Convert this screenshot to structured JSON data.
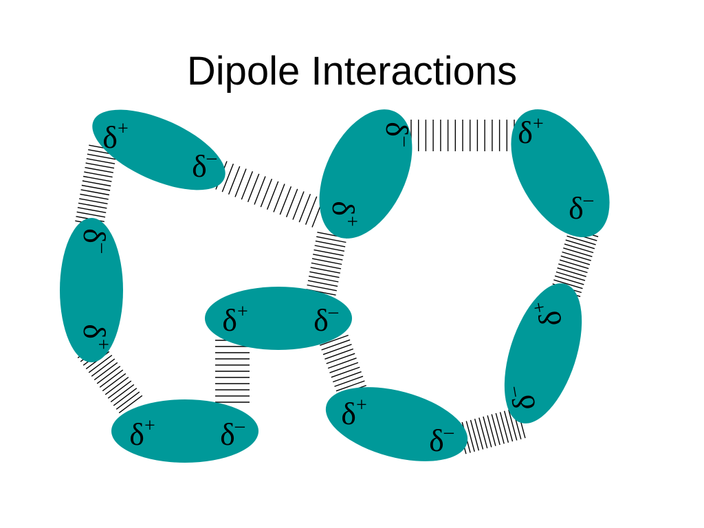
{
  "title": "Dipole Interactions",
  "colors": {
    "molecule": "#009999",
    "hatch": "#000000",
    "text": "#000000",
    "background": "#ffffff"
  },
  "symbols": {
    "delta": "δ",
    "plus": "+",
    "minus": "–"
  },
  "molecules": [
    {
      "id": "top-left",
      "labels": [
        "δ+",
        "δ–"
      ]
    },
    {
      "id": "top-center",
      "labels": [
        "δ–",
        "δ+"
      ]
    },
    {
      "id": "top-right",
      "labels": [
        "δ+",
        "δ–"
      ]
    },
    {
      "id": "left",
      "labels": [
        "δ–",
        "δ+"
      ]
    },
    {
      "id": "center",
      "labels": [
        "δ+",
        "δ–"
      ]
    },
    {
      "id": "right",
      "labels": [
        "δ+",
        "δ–"
      ]
    },
    {
      "id": "bottom-left",
      "labels": [
        "δ+",
        "δ–"
      ]
    },
    {
      "id": "bottom-center",
      "labels": [
        "δ+",
        "δ–"
      ]
    }
  ]
}
